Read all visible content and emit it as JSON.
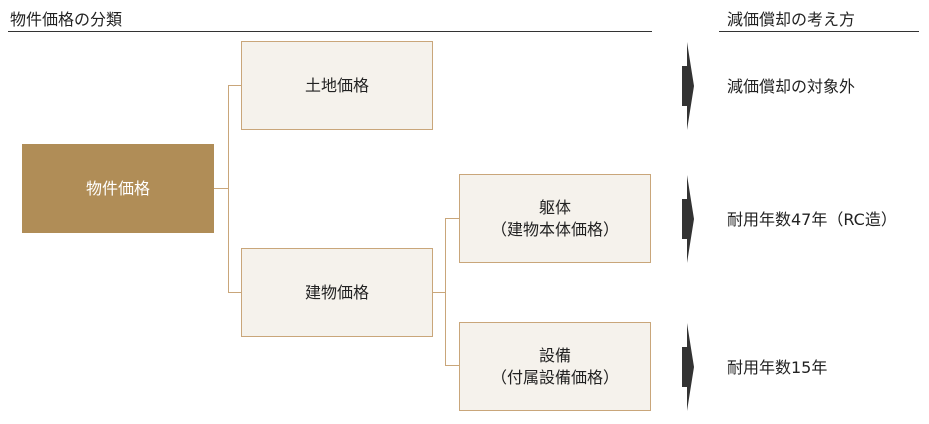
{
  "header": {
    "left_title": "物件価格の分類",
    "right_title": "減価償却の考え方"
  },
  "nodes": {
    "root": {
      "label": "物件価格"
    },
    "land": {
      "label": "土地価格"
    },
    "building": {
      "label": "建物価格"
    },
    "structure": {
      "line1": "躯体",
      "line2": "（建物本体価格）"
    },
    "equipment": {
      "line1": "設備",
      "line2": "（付属設備価格）"
    }
  },
  "results": {
    "land": "減価償却の対象外",
    "structure": "耐用年数47年（RC造）",
    "equipment": "耐用年数15年"
  },
  "colors": {
    "root_fill": "#b08d57",
    "box_fill": "#f5f2ec",
    "box_border": "#c9a67a",
    "connector": "#c9a67a",
    "arrow": "#333333"
  }
}
